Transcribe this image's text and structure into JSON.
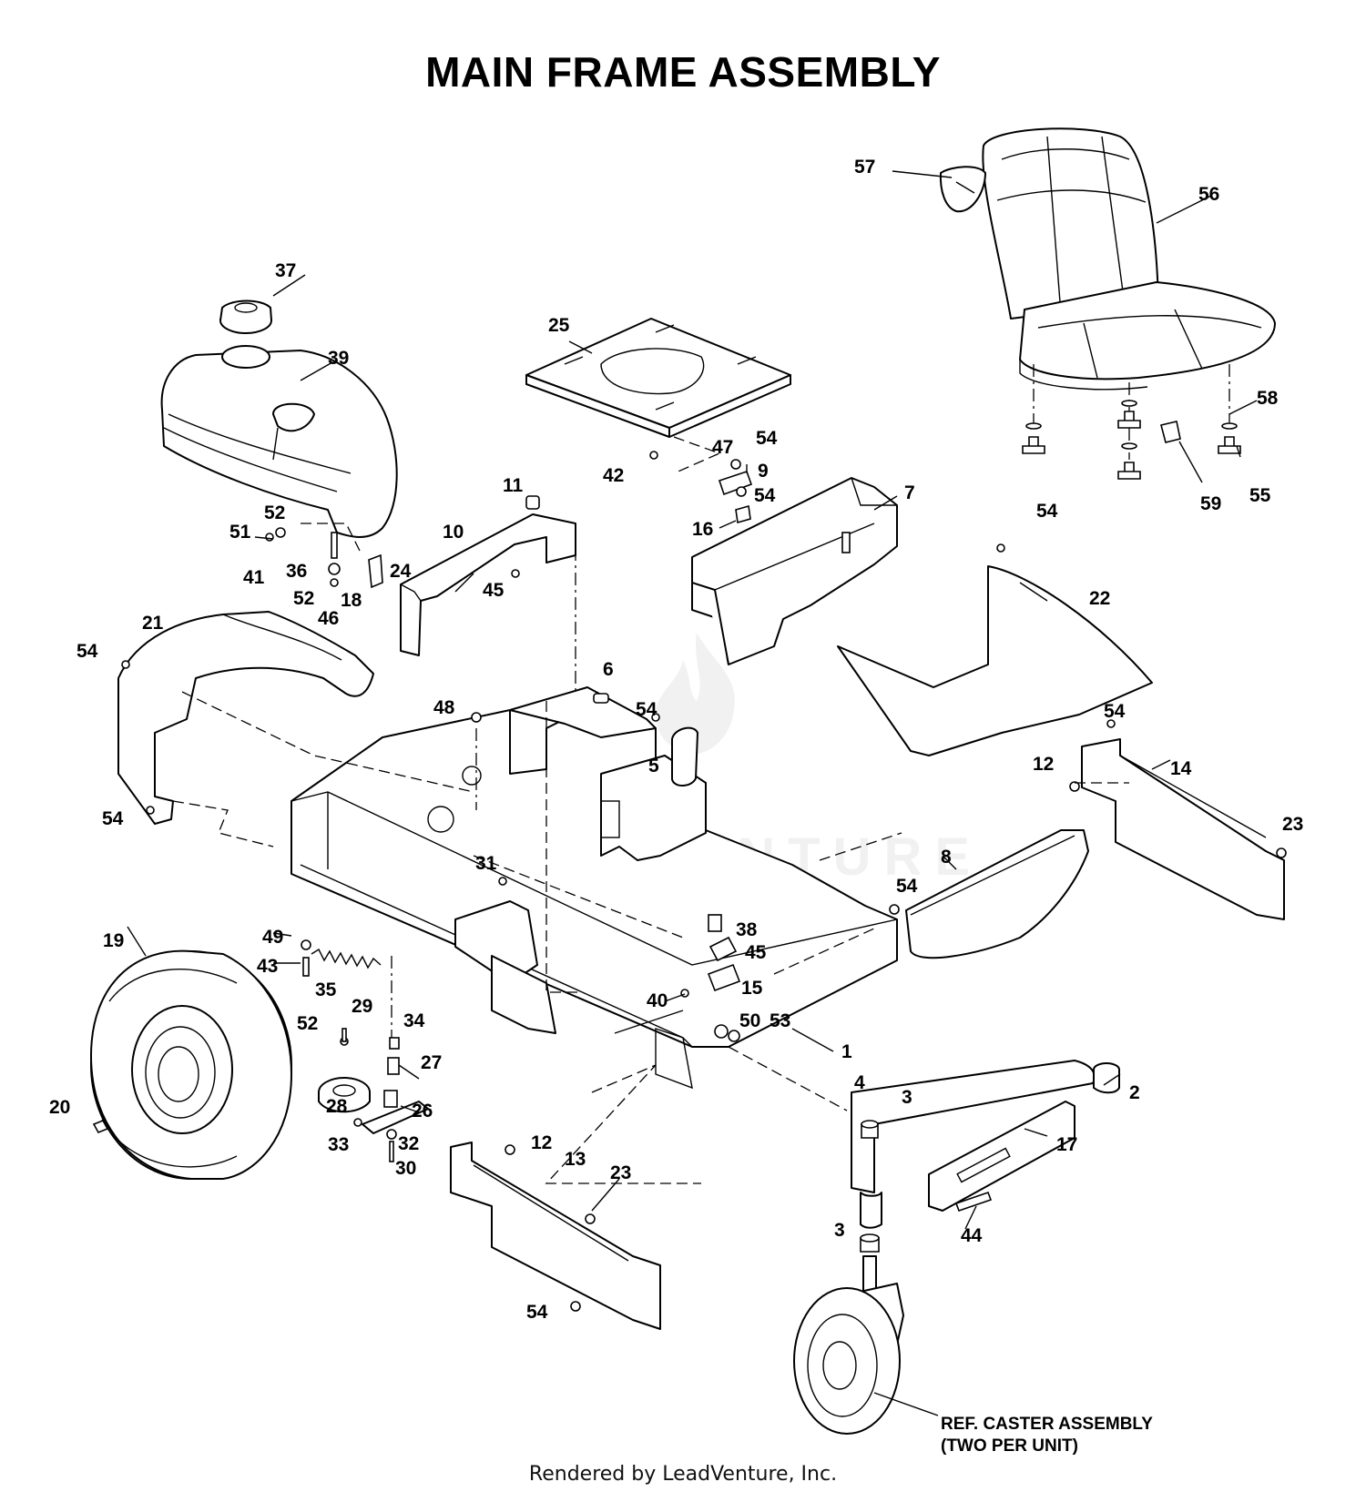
{
  "title": "MAIN FRAME ASSEMBLY",
  "footer": "Rendered by LeadVenture, Inc.",
  "watermark": "LEADVENTURE",
  "reference_note": {
    "line1": "REF. CASTER ASSEMBLY",
    "line2": "(TWO PER UNIT)"
  },
  "callouts": [
    "1",
    "2",
    "3",
    "3",
    "4",
    "5",
    "6",
    "7",
    "8",
    "9",
    "10",
    "11",
    "12",
    "12",
    "13",
    "14",
    "15",
    "16",
    "17",
    "18",
    "19",
    "20",
    "21",
    "22",
    "23",
    "23",
    "24",
    "25",
    "26",
    "27",
    "28",
    "29",
    "30",
    "31",
    "32",
    "33",
    "34",
    "35",
    "36",
    "37",
    "38",
    "39",
    "40",
    "41",
    "42",
    "43",
    "44",
    "45",
    "45",
    "46",
    "47",
    "48",
    "49",
    "50",
    "51",
    "52",
    "52",
    "52",
    "53",
    "54",
    "54",
    "54",
    "54",
    "54",
    "54",
    "54",
    "54",
    "54",
    "55",
    "56",
    "57",
    "58",
    "59"
  ]
}
